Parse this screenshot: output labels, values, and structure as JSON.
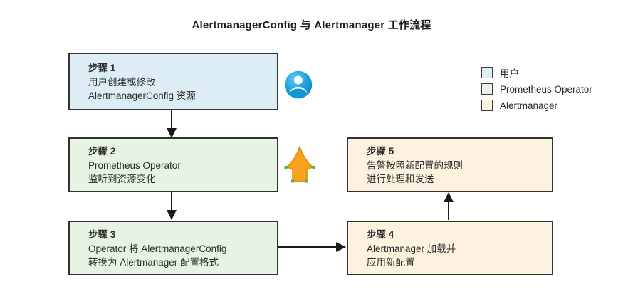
{
  "title": "AlertmanagerConfig 与 Alertmanager 工作流程",
  "colors": {
    "background": "#ffffff",
    "box_border": "#333333",
    "text": "#2d2d2d",
    "arrow": "#1a1a1a",
    "user_fill": "#ddedf6",
    "operator_fill": "#e7f3e3",
    "alertmanager_fill": "#fdf2e0",
    "user_icon_blue": "#1b9fdb",
    "flame_orange": "#f6a21e"
  },
  "steps": [
    {
      "label": "步骤 1",
      "lines": [
        "用户创建或修改",
        "AlertmanagerConfig 资源"
      ],
      "category": "用户"
    },
    {
      "label": "步骤 2",
      "lines": [
        "Prometheus Operator",
        "监听到资源变化"
      ],
      "category": "Prometheus Operator"
    },
    {
      "label": "步骤 3",
      "lines": [
        "Operator 将 AlertmanagerConfig",
        "转换为 Alertmanager 配置格式"
      ],
      "category": "Prometheus Operator"
    },
    {
      "label": "步骤 4",
      "lines": [
        "Alertmanager 加载并",
        "应用新配置"
      ],
      "category": "Alertmanager"
    },
    {
      "label": "步骤 5",
      "lines": [
        "告警按照新配置的规则",
        "进行处理和发送"
      ],
      "category": "Alertmanager"
    }
  ],
  "legend": {
    "items": [
      {
        "label": "用户",
        "color": "#ddedf6"
      },
      {
        "label": "Prometheus Operator",
        "color": "#e7f3e3"
      },
      {
        "label": "Alertmanager",
        "color": "#fdf2e0"
      }
    ]
  },
  "icons": {
    "user": "user-icon",
    "prometheus": "prometheus-flame-icon"
  }
}
